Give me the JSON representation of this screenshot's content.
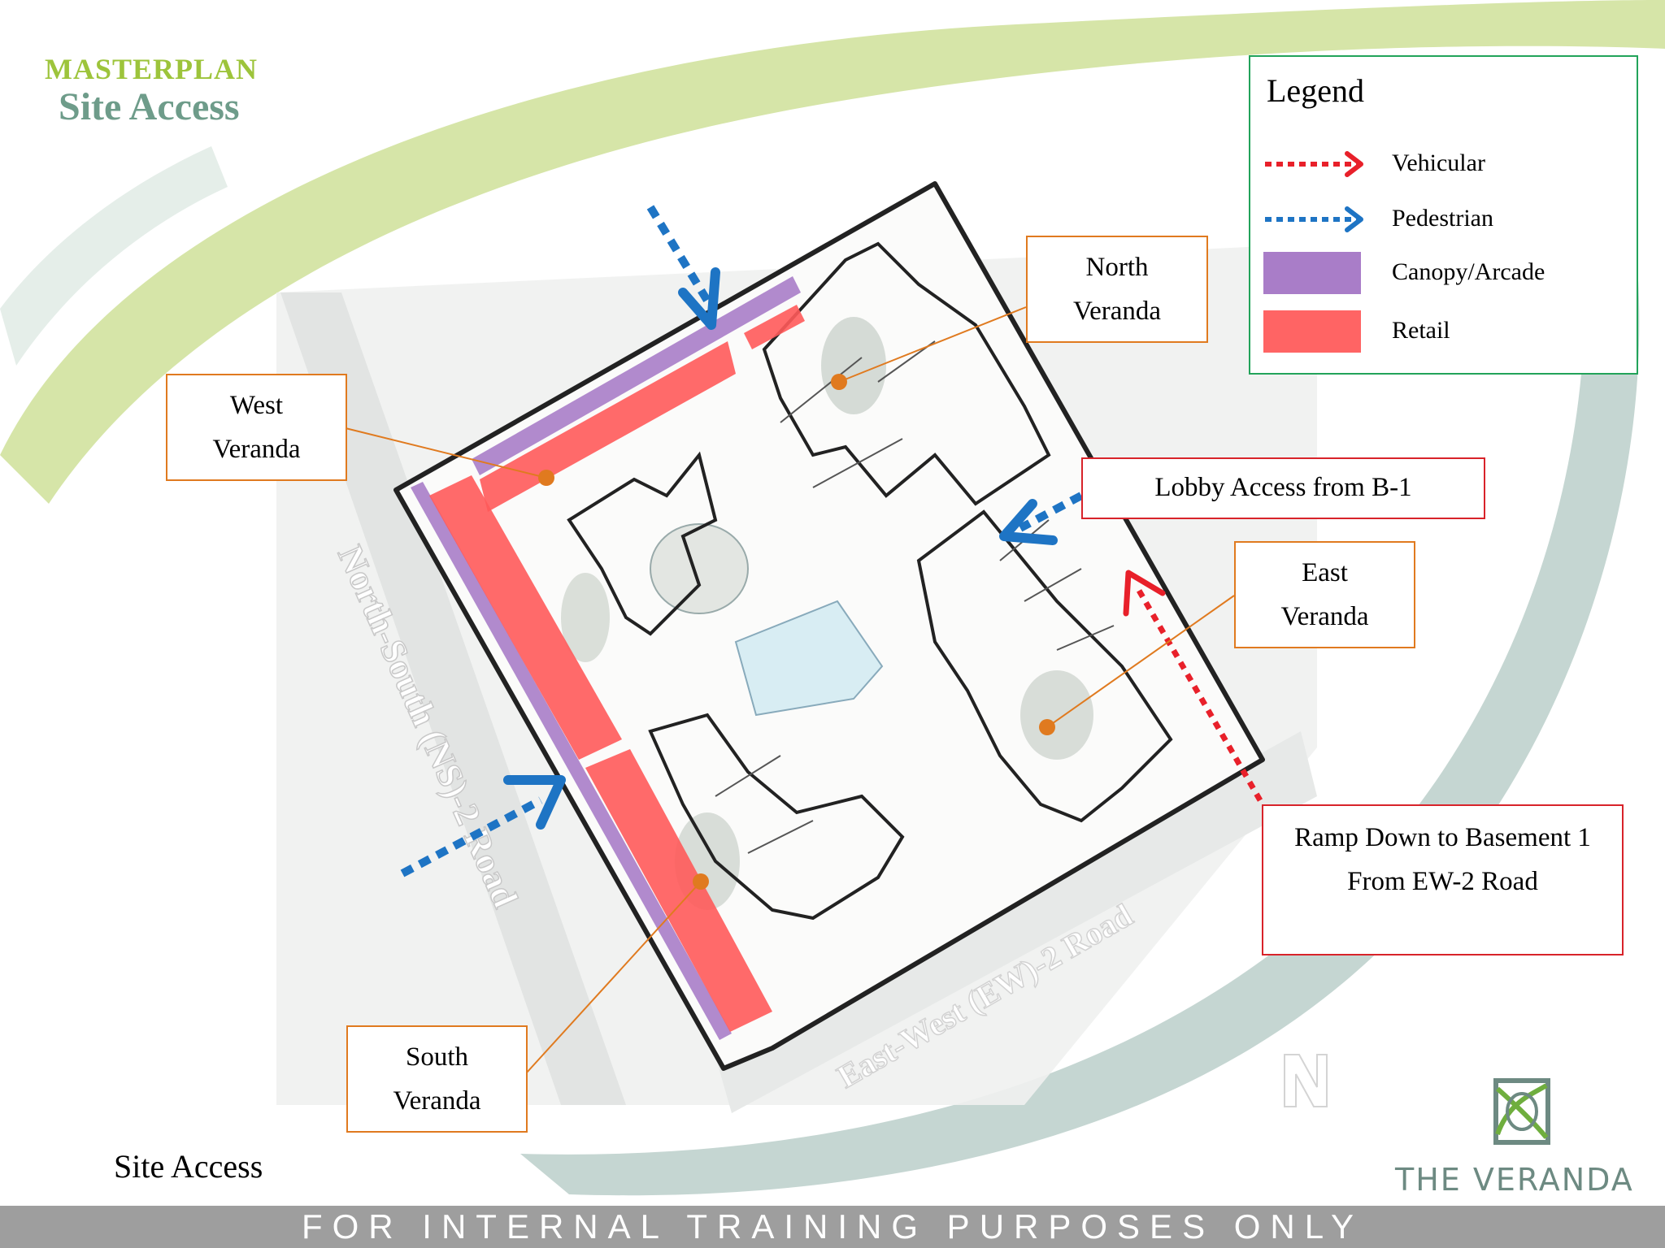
{
  "header": {
    "masterplan": "MASTERPLAN",
    "title": "Site Access"
  },
  "callouts": {
    "north_veranda": [
      "North",
      "Veranda"
    ],
    "west_veranda": [
      "West",
      "Veranda"
    ],
    "east_veranda": [
      "East",
      "Veranda"
    ],
    "south_veranda": [
      "South",
      "Veranda"
    ],
    "lobby_access": "Lobby Access from B-1",
    "ramp_down": [
      "Ramp Down to Basement 1",
      "From EW-2 Road"
    ]
  },
  "roads": {
    "north_south": "North-South (NS)-2 Road",
    "east_west": "East-West (EW)-2 Road"
  },
  "legend": {
    "title": "Legend",
    "items": [
      {
        "label": "Vehicular",
        "kind": "arrow",
        "color": "#e8202a"
      },
      {
        "label": "Pedestrian",
        "kind": "arrow",
        "color": "#1e74c4"
      },
      {
        "label": "Canopy/Arcade",
        "kind": "swatch",
        "color": "#a97dc8"
      },
      {
        "label": "Retail",
        "kind": "swatch",
        "color": "#ff6464"
      }
    ]
  },
  "caption": "Site Access",
  "footer": "FOR INTERNAL TRAINING PURPOSES ONLY",
  "brand": {
    "name": "THE VERANDA",
    "colors": {
      "logo_green": "#6fae3e",
      "logo_teal": "#6d8a82"
    }
  },
  "colors": {
    "vehicular": "#e8202a",
    "pedestrian": "#1e74c4",
    "canopy": "#a97dc8",
    "retail": "#ff5a5a",
    "swoosh_green": "#d6e5a8",
    "swoosh_teal": "#c5d6d2"
  }
}
